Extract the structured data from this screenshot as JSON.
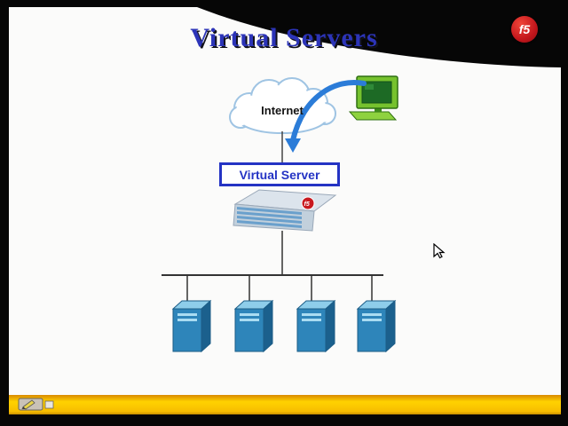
{
  "slide": {
    "title": "Virtual Servers"
  },
  "diagram": {
    "internet_label": "Internet",
    "virtual_server_label": "Virtual Server",
    "pool_server_count": 4,
    "device_badge": "f5"
  },
  "logo": {
    "text": "f5"
  },
  "colors": {
    "title_blue": "#2c34b8",
    "virtual_server_box_blue": "#2433c4",
    "arrow_blue": "#2b7cd8",
    "server_tower_blue": "#2e85ba",
    "cloud_outline_blue": "#9fc4e3",
    "computer_green": "#76c22e",
    "f5_logo_red": "#c3161c",
    "bottom_bar_yellow": "#ffd200"
  }
}
